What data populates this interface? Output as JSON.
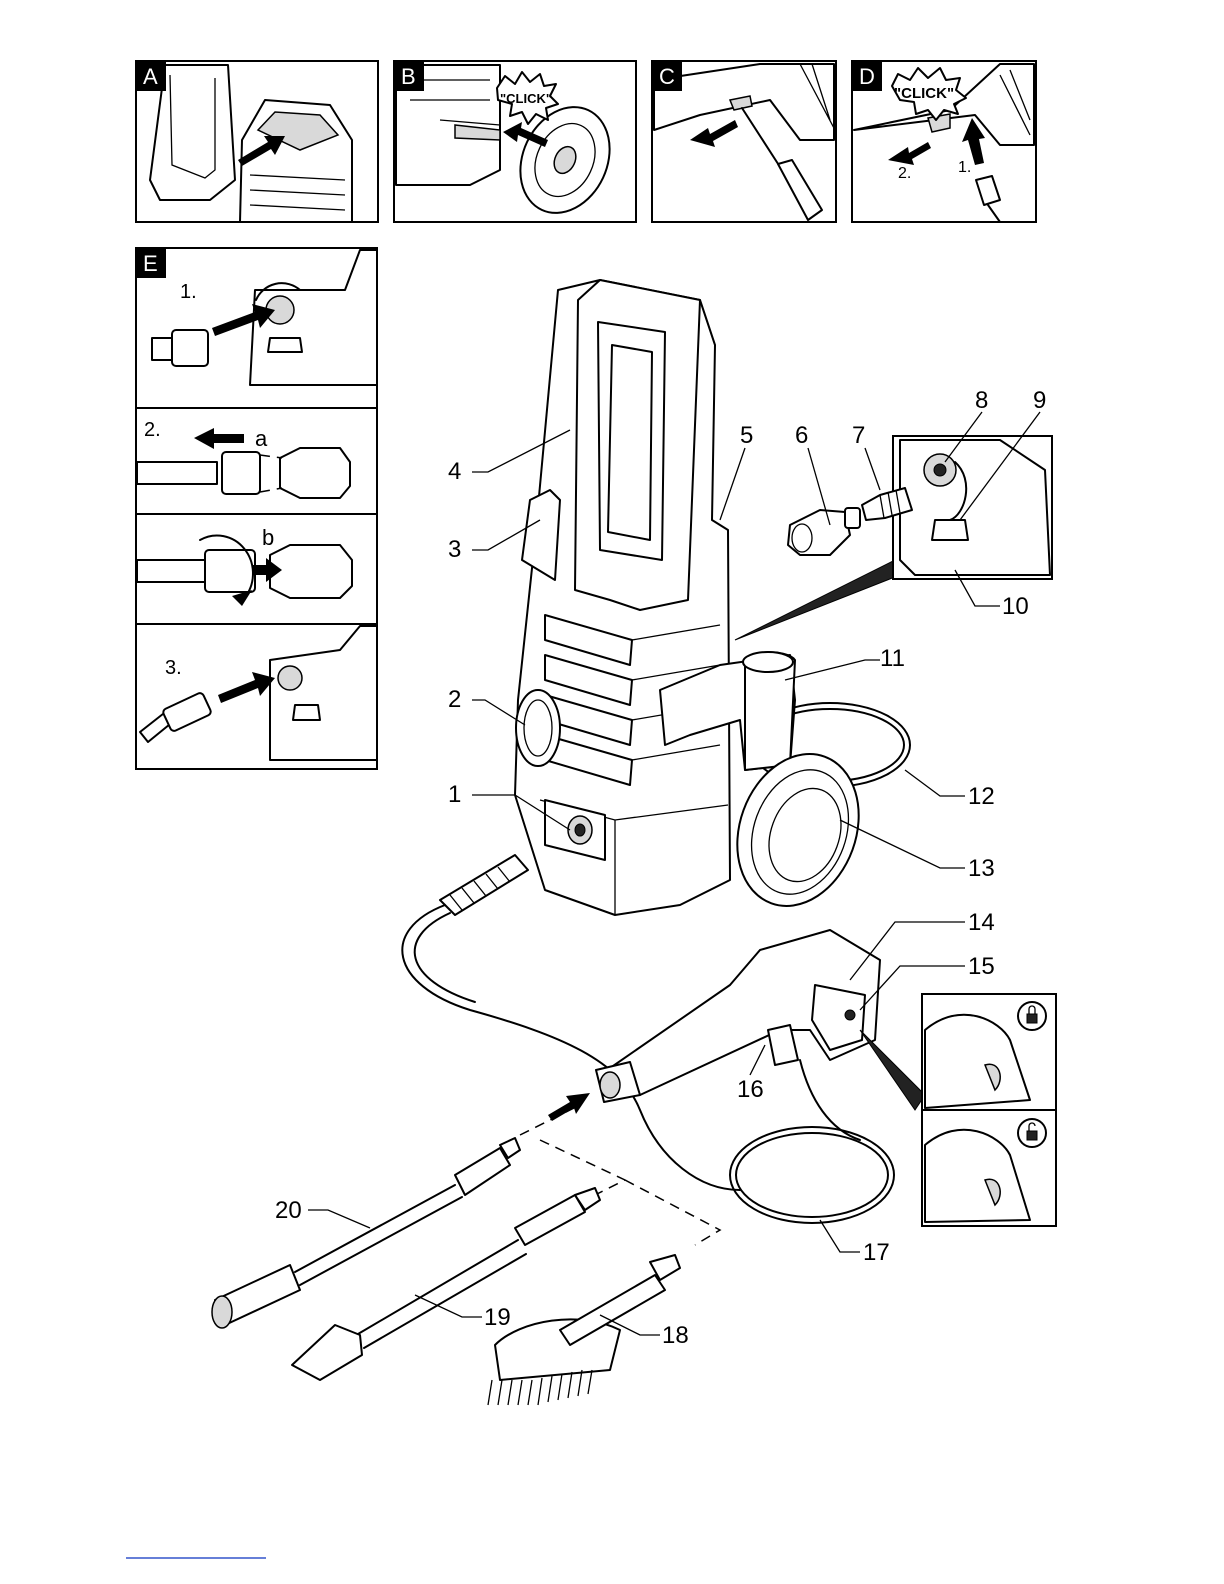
{
  "panels": {
    "A": {
      "tag": "A"
    },
    "B": {
      "tag": "B",
      "callout": "\"CLICK\""
    },
    "C": {
      "tag": "C"
    },
    "D": {
      "tag": "D",
      "callout": "\"CLICK\"",
      "step1": "1.",
      "step2": "2."
    },
    "E": {
      "tag": "E",
      "step1": "1.",
      "step2": "2.",
      "step2a": "a",
      "step2b": "b",
      "step3": "3."
    }
  },
  "part_labels": [
    "1",
    "2",
    "3",
    "4",
    "5",
    "6",
    "7",
    "8",
    "9",
    "10",
    "11",
    "12",
    "13",
    "14",
    "15",
    "16",
    "17",
    "18",
    "19",
    "20"
  ],
  "icons": [
    "lock-closed-icon",
    "lock-open-icon"
  ],
  "colors": {
    "line": "#000000",
    "fill": "#ffffff",
    "shade": "#d9d9d9"
  }
}
